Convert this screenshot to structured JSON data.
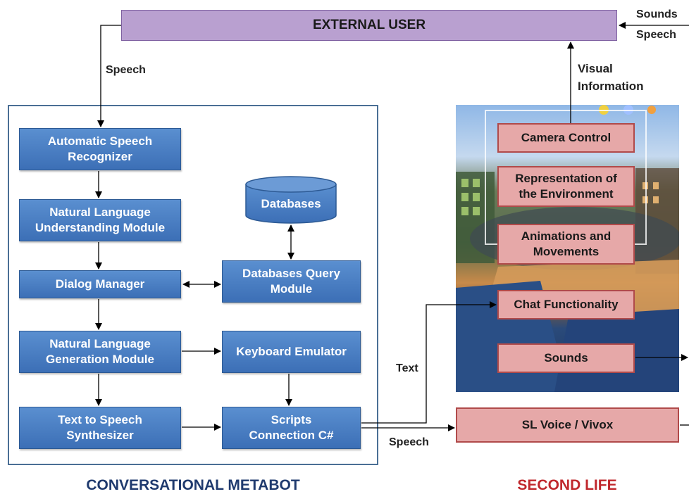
{
  "external_user": "EXTERNAL USER",
  "labels": {
    "speech_top": "Speech",
    "visual": "Visual",
    "information": "Information",
    "sounds_right": "Sounds",
    "speech_right": "Speech",
    "text": "Text",
    "speech_bottom": "Speech"
  },
  "metabot": {
    "title": "CONVERSATIONAL METABOT",
    "asr": [
      "Automatic Speech",
      "Recognizer"
    ],
    "nlu": [
      "Natural Language",
      "Understanding Module"
    ],
    "dialog": "Dialog Manager",
    "nlg": [
      "Natural Language",
      "Generation Module"
    ],
    "tts": [
      "Text to Speech",
      "Synthesizer"
    ],
    "databases": "Databases",
    "db_query": [
      "Databases Query",
      "Module"
    ],
    "keyboard": "Keyboard Emulator",
    "scripts": [
      "Scripts",
      "Connection C#"
    ]
  },
  "second_life": {
    "title": "SECOND LIFE",
    "camera": "Camera Control",
    "representation": [
      "Representation of",
      "the Environment"
    ],
    "animations": [
      "Animations and",
      "Movements"
    ],
    "chat": "Chat Functionality",
    "sounds": "Sounds",
    "sl_voice": "SL Voice / Vivox"
  },
  "colors": {
    "module_blue": "#4a80c4",
    "sl_pink": "#e6a8a8",
    "external_user_purple": "#b9a0d0",
    "metabot_title": "#1f3a6e",
    "second_life_title": "#c0282d"
  }
}
